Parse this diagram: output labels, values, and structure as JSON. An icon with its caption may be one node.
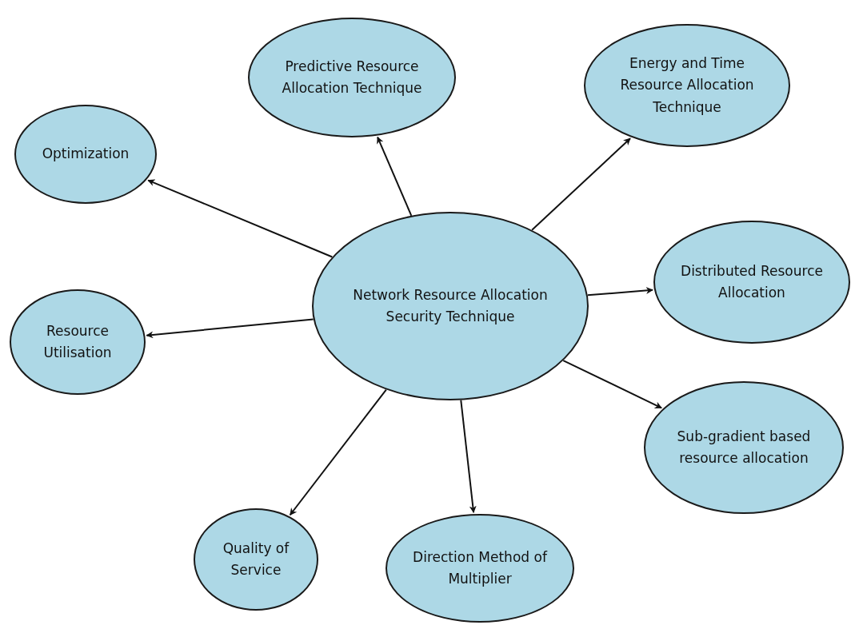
{
  "diagram": {
    "nodes": [
      {
        "text": [
          "Network Resource Allocation Security Technique"
        ]
      },
      {
        "text": [
          "Predictive Resource Allocation Technique"
        ]
      },
      {
        "text": [
          "Energy and Time Resource Allocation Technique"
        ]
      },
      {
        "text": [
          "Optimization"
        ]
      },
      {
        "text": [
          "Distributed Resource Allocation"
        ]
      },
      {
        "text": [
          "Resource Utilisation"
        ]
      },
      {
        "text": [
          "Sub-gradient based resource allocation"
        ]
      },
      {
        "text": [
          "Quality of Service"
        ]
      },
      {
        "text": [
          "Direction Method of Multiplier"
        ]
      }
    ],
    "edges": [
      {
        "from": 0,
        "to": 1,
        "arrow": "to"
      },
      {
        "from": 0,
        "to": 2,
        "arrow": "to"
      },
      {
        "from": 0,
        "to": 3,
        "arrow": "to"
      },
      {
        "from": 0,
        "to": 4,
        "arrow": "to"
      },
      {
        "from": 0,
        "to": 5,
        "arrow": "to"
      },
      {
        "from": 0,
        "to": 6,
        "arrow": "to"
      },
      {
        "from": 0,
        "to": 7,
        "arrow": "to"
      },
      {
        "from": 0,
        "to": 8,
        "arrow": "to"
      }
    ]
  }
}
